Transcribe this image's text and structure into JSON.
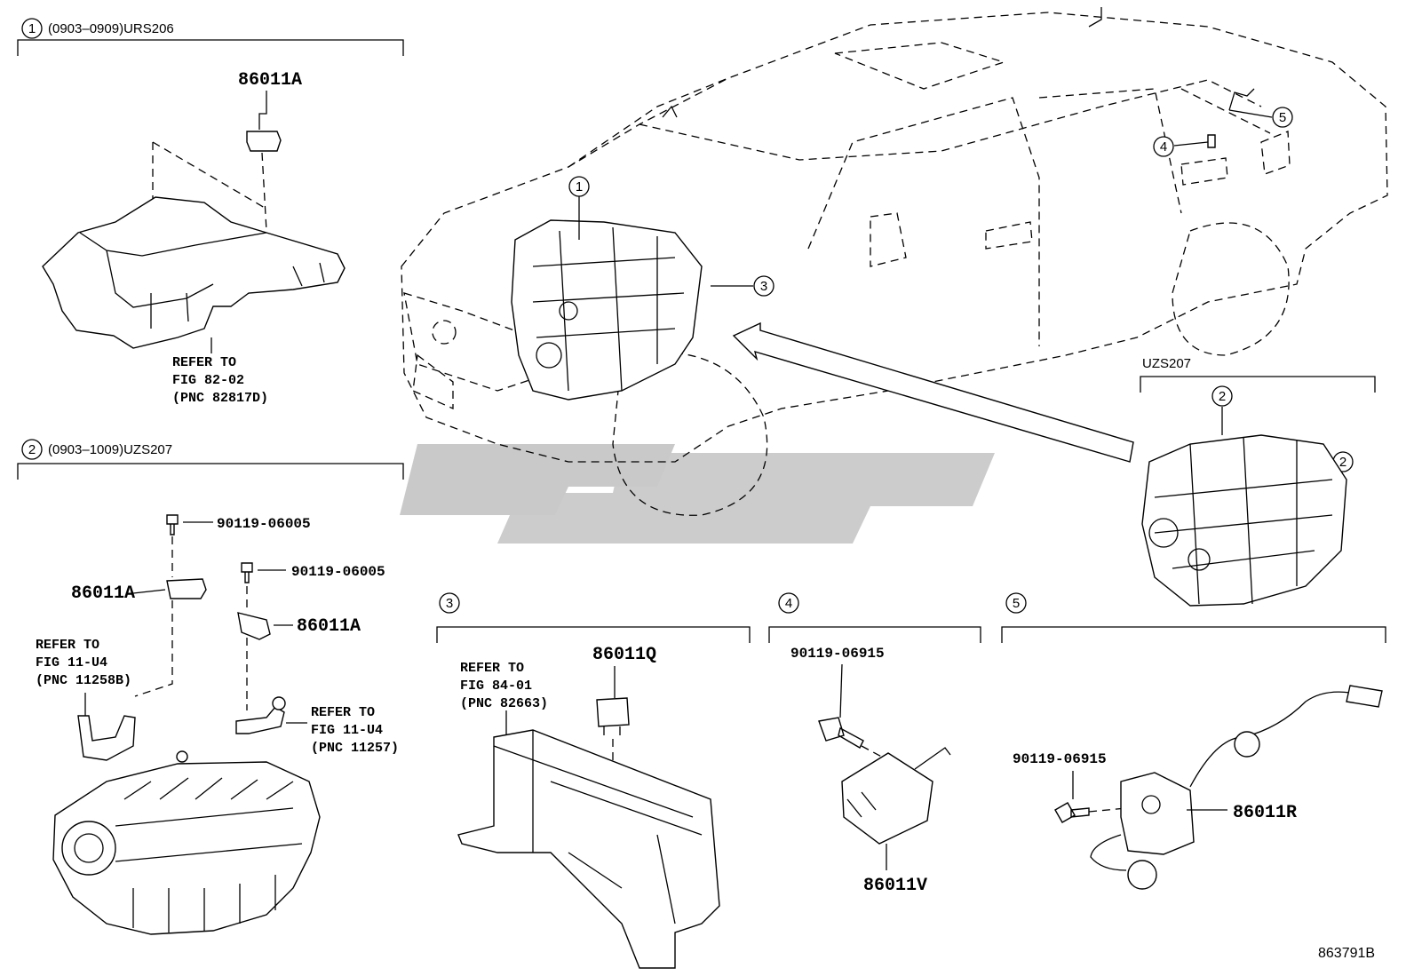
{
  "sections": [
    {
      "num": "1",
      "title": "(0903–0909)URS206"
    },
    {
      "num": "2",
      "title": "(0903–1009)UZS207"
    },
    {
      "num": "3",
      "title": ""
    },
    {
      "num": "4",
      "title": ""
    },
    {
      "num": "5",
      "title": ""
    }
  ],
  "inset_engine_title": "UZS207",
  "car_callouts": [
    "1",
    "3",
    "4",
    "5"
  ],
  "engine_callouts": [
    "2",
    "2"
  ],
  "parts": {
    "s1_relay": "86011A",
    "s2_bolt_a": "90119-06005",
    "s2_bolt_b": "90119-06005",
    "s2_relay_a": "86011A",
    "s2_relay_b": "86011A",
    "s3_relay": "86011Q",
    "s4_bolt": "90119-06915",
    "s4_relay": "86011V",
    "s5_bolt": "90119-06915",
    "s5_relay": "86011R"
  },
  "references": {
    "s1_ref": [
      "REFER TO",
      "FIG 82-02",
      "(PNC 82817D)"
    ],
    "s2_ref_left": [
      "REFER TO",
      "FIG 11-U4",
      "(PNC 11258B)"
    ],
    "s2_ref_right": [
      "REFER TO",
      "FIG 11-U4",
      "(PNC 11257)"
    ],
    "s3_ref": [
      "REFER TO",
      "FIG 84-01",
      "(PNC 82663)"
    ]
  },
  "figure_code": "863791B"
}
